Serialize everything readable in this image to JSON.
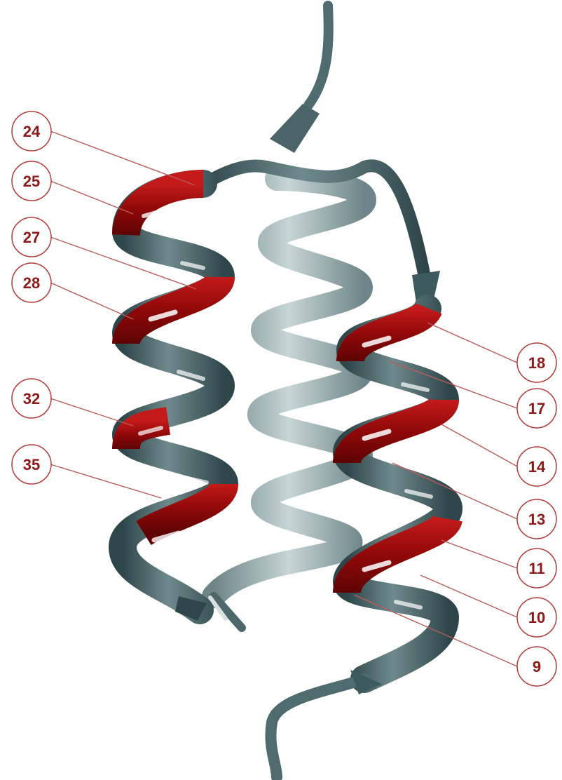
{
  "colors": {
    "backbone": "#3f5d60",
    "backbone_light": "#7f9a9c",
    "highlight": "#a30d0d",
    "label_text": "#8b1a1a",
    "label_ring": "#b33a3a",
    "leader_line": "#b85a5a"
  },
  "labels_left": [
    "24",
    "25",
    "27",
    "28",
    "32",
    "35"
  ],
  "labels_right": [
    "18",
    "17",
    "14",
    "13",
    "11",
    "10",
    "9"
  ]
}
